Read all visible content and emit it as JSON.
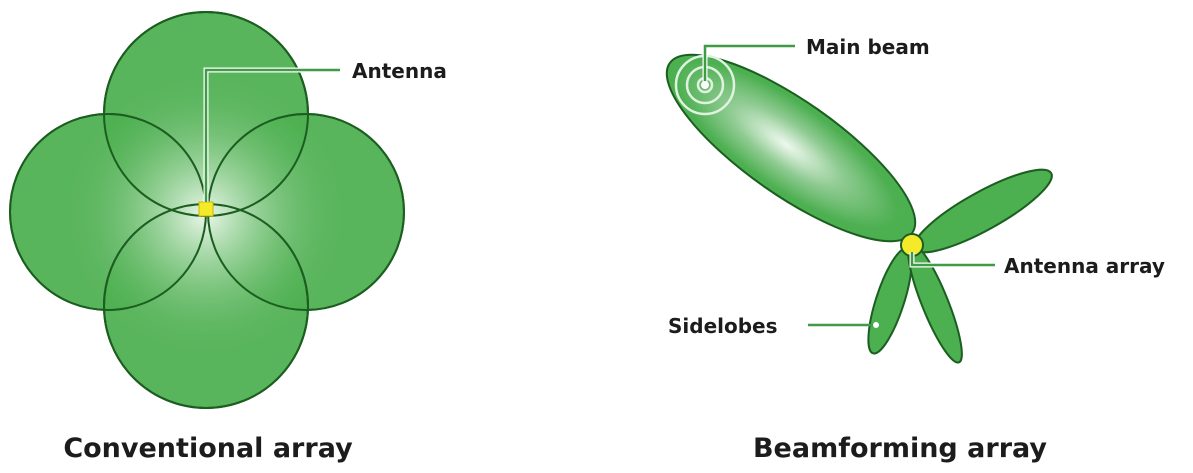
{
  "conventional": {
    "caption": "Conventional array",
    "antenna_label": "Antenna"
  },
  "beamforming": {
    "caption": "Beamforming array",
    "main_beam_label": "Main beam",
    "antenna_array_label": "Antenna array",
    "sidelobes_label": "Sidelobes"
  },
  "colors": {
    "lobe_fill": "#4caf50",
    "lobe_stroke": "#1b5e20",
    "antenna": "#f5ea2a",
    "callout_line": "#3f9b46",
    "text": "#1c1c1c"
  }
}
